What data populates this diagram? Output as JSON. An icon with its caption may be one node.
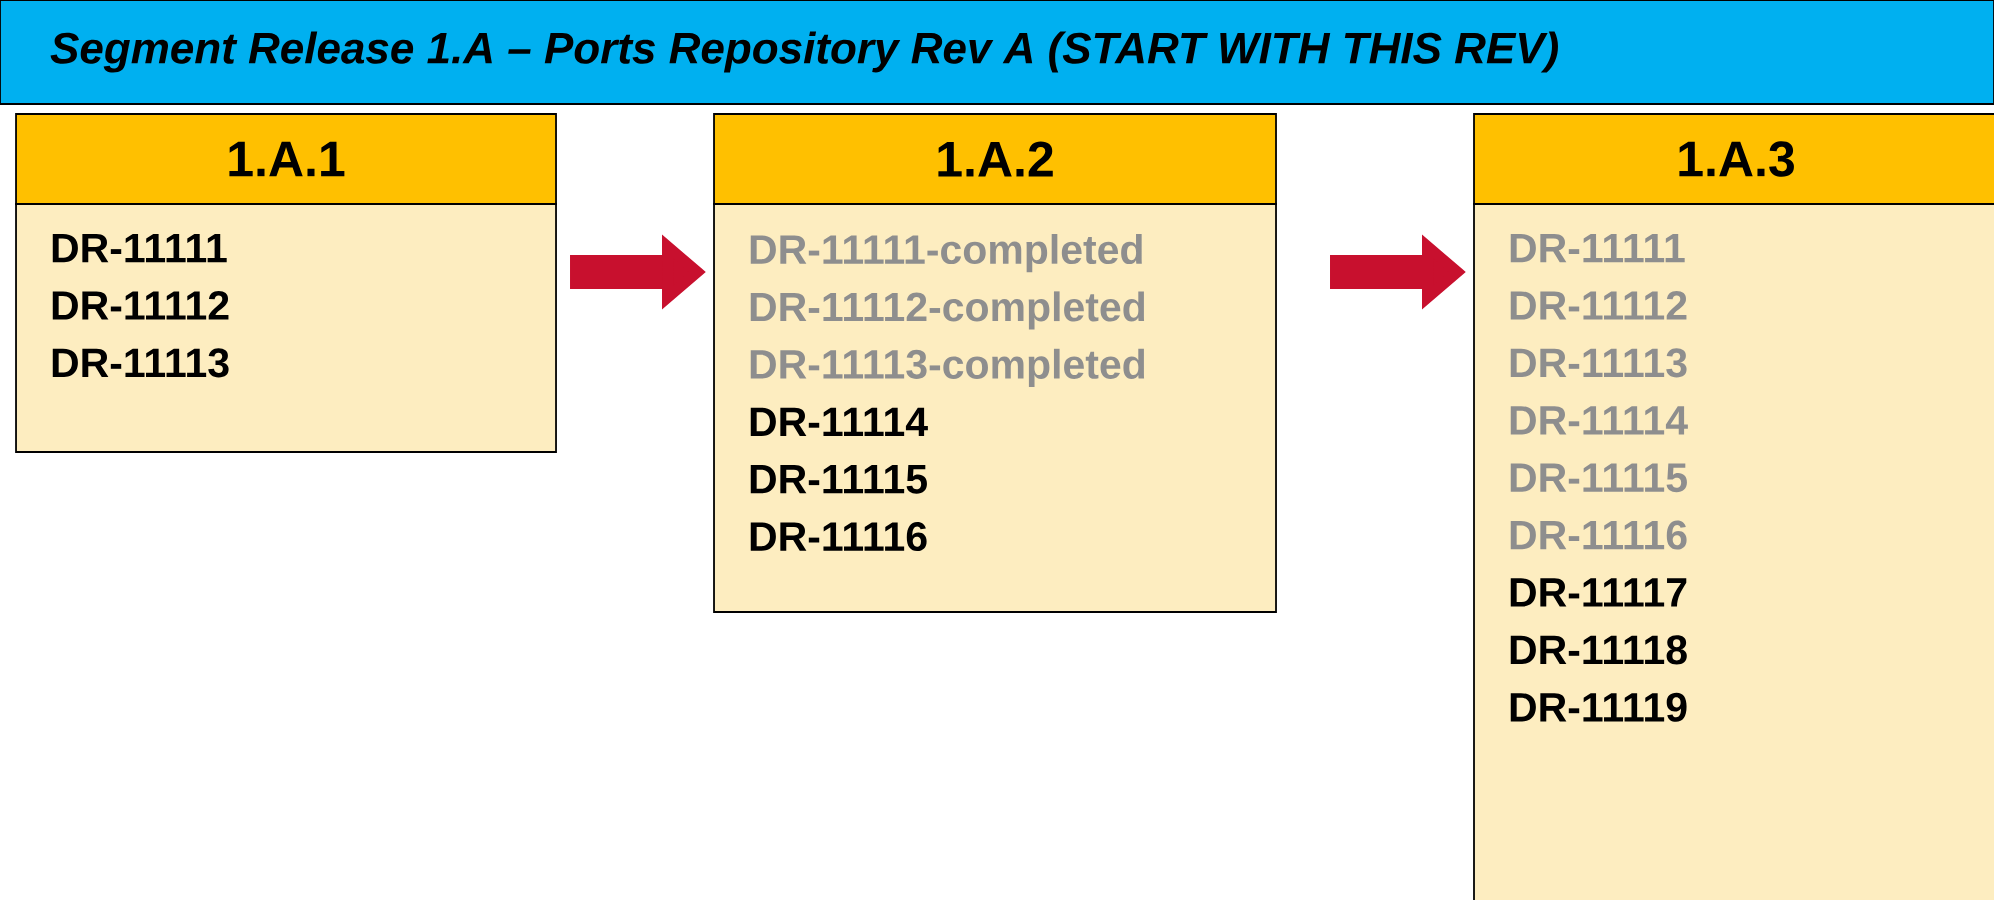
{
  "diagram": {
    "nodes": [
      {
        "text": [
          "Segment Release 1.A – Ports Repository Rev A (START WITH THIS REV)"
        ]
      },
      {
        "text": [
          "1.A.1"
        ]
      },
      {
        "text": [
          "DR-11111",
          "DR-11112",
          "DR-11113"
        ]
      },
      {
        "text": [
          "1.A.2"
        ]
      },
      {
        "text": [
          "DR-11111-completed",
          "DR-11112-completed",
          "DR-11113-completed",
          "DR-11114",
          "DR-11115",
          "DR-11116"
        ]
      },
      {
        "text": [
          "1.A.3"
        ]
      },
      {
        "text": [
          "DR-11111",
          "DR-11112",
          "DR-11113",
          "DR-11114",
          "DR-11115",
          "DR-11116",
          "DR-11117",
          "DR-11118",
          "DR-11119"
        ]
      }
    ],
    "edges": [
      {
        "from": 2,
        "to": 4,
        "arrow": "to"
      },
      {
        "from": 4,
        "to": 6,
        "arrow": "to"
      }
    ]
  }
}
